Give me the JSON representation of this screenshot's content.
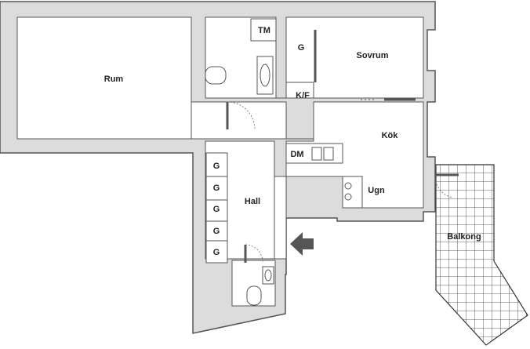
{
  "rooms": {
    "rum": "Rum",
    "sovrum": "Sovrum",
    "kok": "Kök",
    "hall": "Hall",
    "balkong": "Balkong"
  },
  "fixtures": {
    "tm": "TM",
    "g_sovrum": "G",
    "kf": "K/F",
    "dm": "DM",
    "ugn": "Ugn",
    "hall_closets": [
      "G",
      "G",
      "G",
      "G",
      "G"
    ]
  },
  "entrance": {
    "icon": "entrance-arrow-icon"
  },
  "colors": {
    "wall": "#dcdcdc",
    "outline": "#555555",
    "arrow": "#555555"
  }
}
